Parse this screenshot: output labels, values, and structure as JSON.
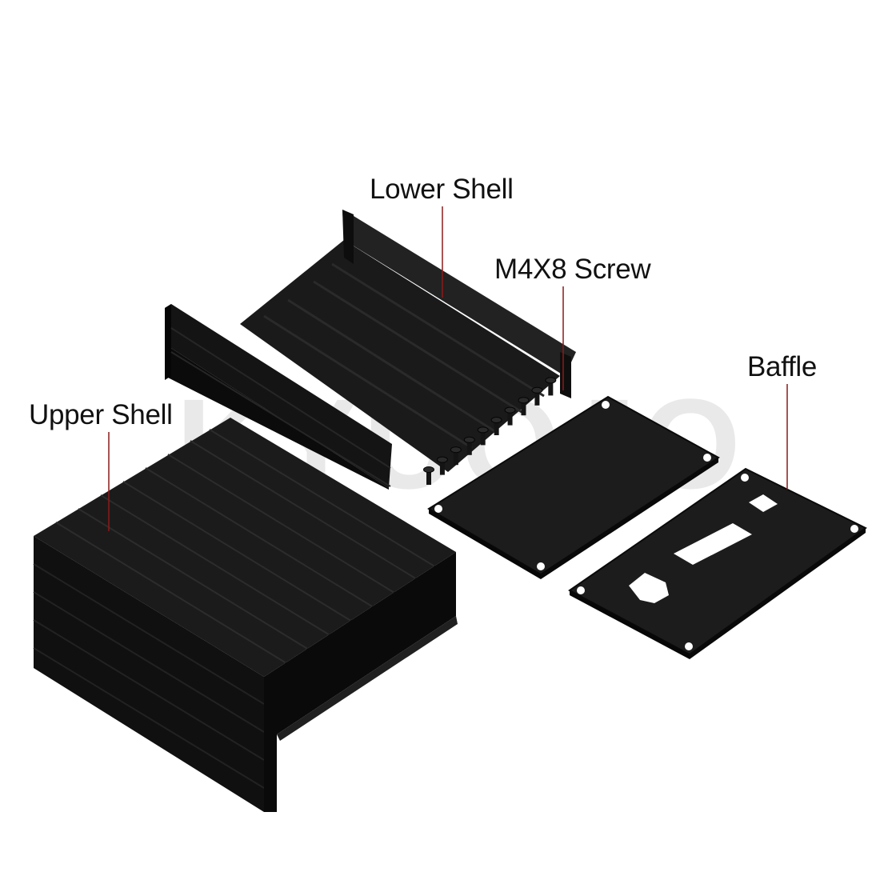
{
  "watermark": {
    "text": "KYUOJO"
  },
  "labels": {
    "lower_shell": "Lower Shell",
    "m4x8_screw": "M4X8 Screw",
    "baffle": "Baffle",
    "upper_shell": "Upper Shell"
  },
  "colors": {
    "leader_line": "#8b1a1a",
    "metal_dark": "#0f0f0f",
    "metal_mid": "#1c1c1c",
    "metal_light": "#2d2d2d",
    "hole": "#ffffff"
  },
  "parts": {
    "screw_count": 10
  }
}
